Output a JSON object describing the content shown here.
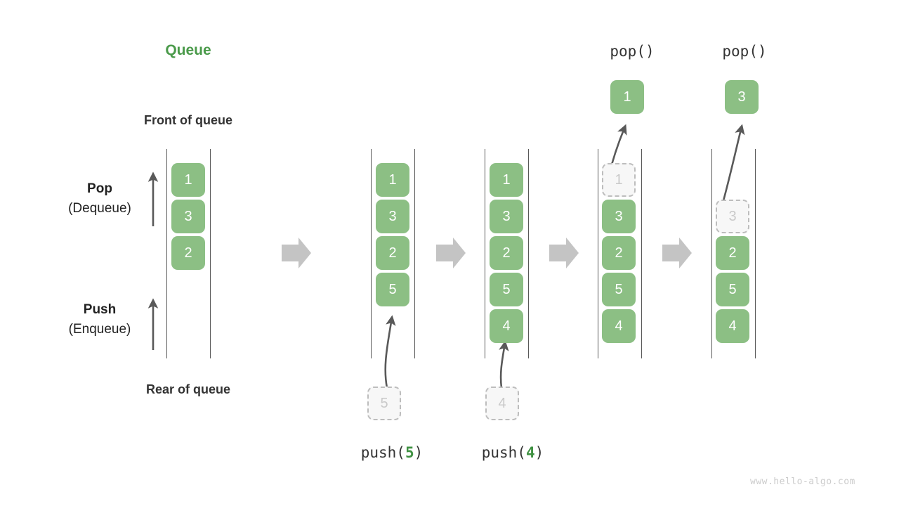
{
  "meta": {
    "title": "Queue",
    "watermark": "www.hello-algo.com",
    "colors": {
      "accent_green": "#4a9a4a",
      "box_green": "#8cbf84",
      "ghost_fill": "#f7f7f7",
      "ghost_border": "#bdbdbd",
      "arrow_gray": "#595959",
      "transition_arrow": "#c4c4c4",
      "text_dark": "#333333"
    }
  },
  "labels": {
    "front_of_queue": "Front of queue",
    "rear_of_queue": "Rear of queue",
    "pop_bold": "Pop",
    "pop_paren": "(Dequeue)",
    "push_bold": "Push",
    "push_paren": "(Enqueue)"
  },
  "stages": [
    {
      "id": "initial",
      "caption": "",
      "caption_fn": "",
      "caption_arg": "",
      "items": [
        "1",
        "3",
        "2"
      ],
      "ghost_slot": null,
      "ghost_value": "",
      "incoming_value": "",
      "popped_value": ""
    },
    {
      "id": "push-5",
      "caption_fn": "push(",
      "caption_arg": "5",
      "caption_close": ")",
      "items": [
        "1",
        "3",
        "2",
        "5"
      ],
      "ghost_slot": null,
      "ghost_value": "",
      "incoming_value": "5",
      "popped_value": ""
    },
    {
      "id": "push-4",
      "caption_fn": "push(",
      "caption_arg": "4",
      "caption_close": ")",
      "items": [
        "1",
        "3",
        "2",
        "5",
        "4"
      ],
      "ghost_slot": null,
      "ghost_value": "",
      "incoming_value": "4",
      "popped_value": ""
    },
    {
      "id": "pop-1",
      "caption_fn": "pop()",
      "caption_arg": "",
      "caption_close": "",
      "items": [
        "3",
        "2",
        "5",
        "4"
      ],
      "ghost_slot": 0,
      "ghost_value": "1",
      "incoming_value": "",
      "popped_value": "1"
    },
    {
      "id": "pop-3",
      "caption_fn": "pop()",
      "caption_arg": "",
      "caption_close": "",
      "items": [
        "2",
        "5",
        "4"
      ],
      "ghost_slot": 1,
      "ghost_value": "3",
      "incoming_value": "",
      "popped_value": "3"
    }
  ],
  "boxes": {
    "c0": [
      "1",
      "3",
      "2"
    ],
    "c1": [
      "1",
      "3",
      "2",
      "5"
    ],
    "c1_ghost": "5",
    "c2": [
      "1",
      "3",
      "2",
      "5",
      "4"
    ],
    "c2_ghost": "4",
    "c3_ghost": "1",
    "c3": [
      "3",
      "2",
      "5",
      "4"
    ],
    "c3_pop": "1",
    "c4_ghost": "3",
    "c4": [
      "2",
      "5",
      "4"
    ],
    "c4_pop": "3"
  },
  "captions": {
    "push5_fn": "push(",
    "push5_arg": "5",
    "push5_close": ")",
    "push4_fn": "push(",
    "push4_arg": "4",
    "push4_close": ")",
    "pop_a": "pop()",
    "pop_b": "pop()"
  }
}
